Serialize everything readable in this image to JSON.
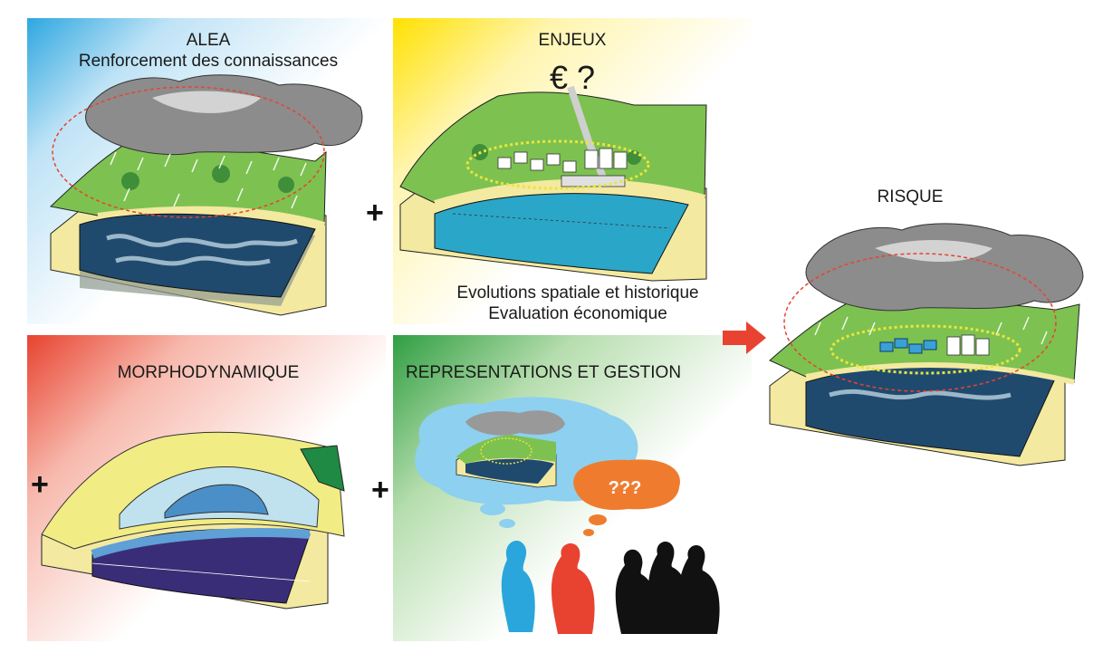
{
  "panels": {
    "alea": {
      "title": "ALEA",
      "subtitle": "Renforcement des connaissances"
    },
    "enjeux": {
      "title": "ENJEUX",
      "symbol": "€ ?",
      "caption_line1": "Evolutions spatiale et historique",
      "caption_line2": "Evaluation économique"
    },
    "morpho": {
      "title": "MORPHODYNAMIQUE"
    },
    "repr": {
      "title": "REPRESENTATIONS ET GESTION",
      "bubble": "???"
    },
    "risque": {
      "title": "RISQUE"
    }
  },
  "operators": {
    "plus": "+"
  },
  "colors": {
    "alea": "#2ea7e0",
    "enjeux": "#ffe100",
    "morpho": "#e84330",
    "repr": "#2f9e41",
    "arrow": "#e84330",
    "terrain_green": "#7dc151",
    "water_dark": "#1f4a6e",
    "water_blue": "#2aa6c8",
    "sand": "#f3e9a0"
  }
}
